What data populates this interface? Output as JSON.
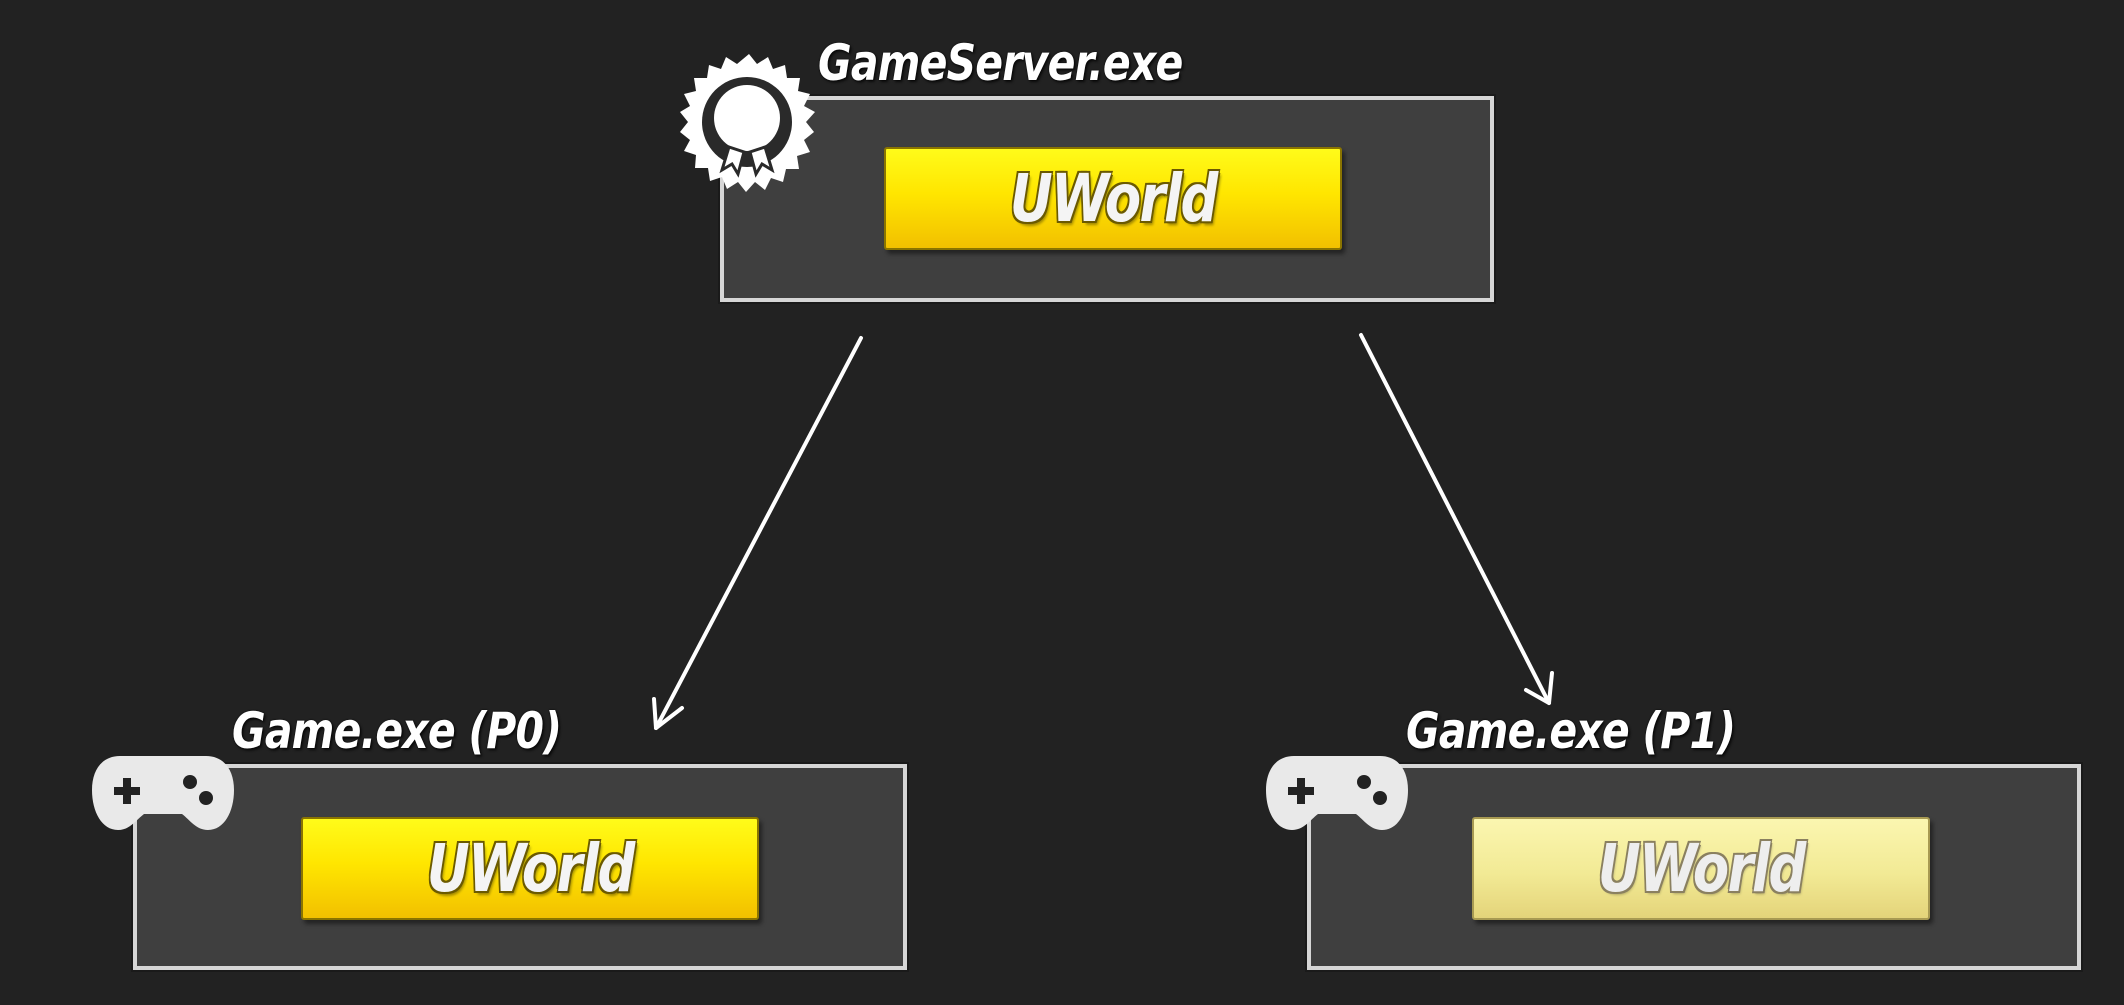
{
  "server": {
    "title": "GameServer.exe",
    "world_label": "UWorld",
    "badge_icon": "ribbon-badge-icon"
  },
  "clients": [
    {
      "title": "Game.exe (P0)",
      "world_label": "UWorld",
      "state": "active",
      "icon": "gamepad-icon"
    },
    {
      "title": "Game.exe (P1)",
      "world_label": "UWorld",
      "state": "faded",
      "icon": "gamepad-icon"
    }
  ],
  "colors": {
    "background": "#222222",
    "box_fill": "#3f3f3f",
    "box_border": "#d6d6d6",
    "uworld_active": "#ffe600",
    "uworld_faded": "#f2ea95",
    "arrow": "#ffffff"
  }
}
